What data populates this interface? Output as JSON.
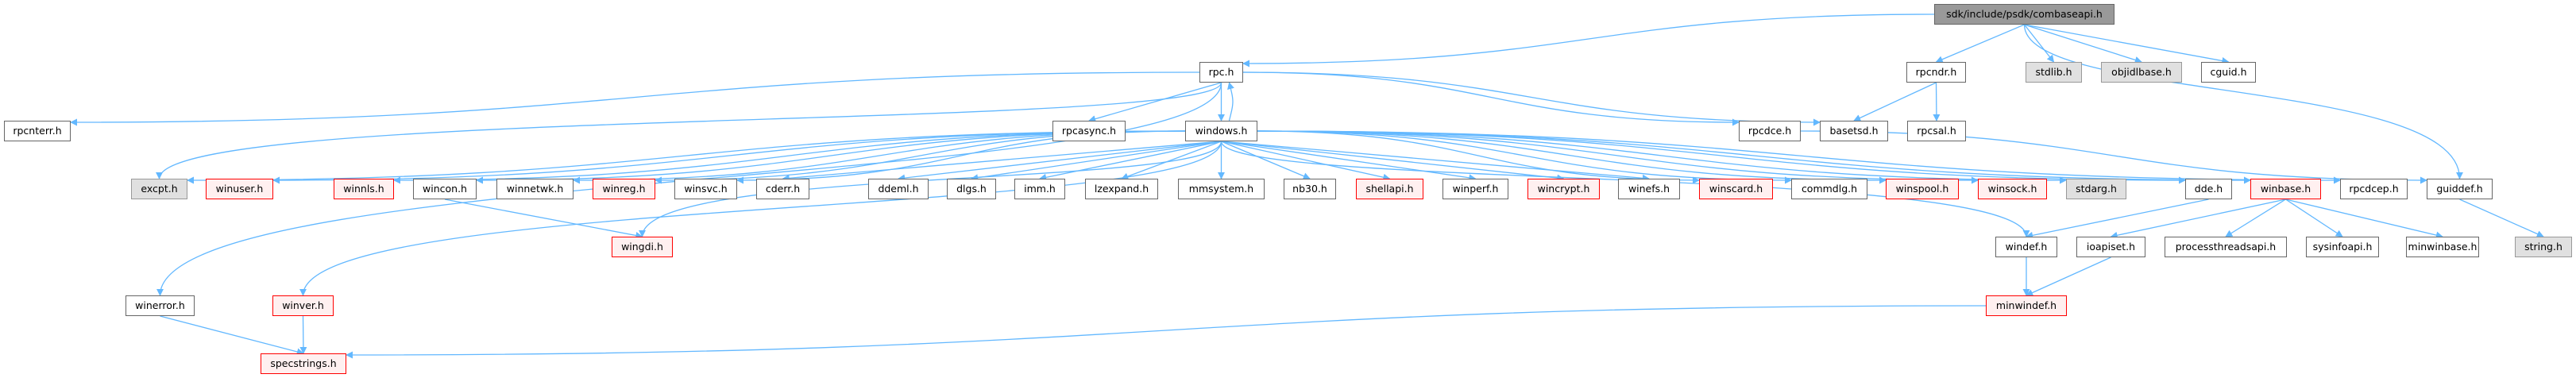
{
  "title": "sdk/include/psdk/combaseapi.h include dependency graph",
  "colors": {
    "edge": "#63b8ff",
    "root_fill": "#999999",
    "normal_fill": "#ffffff",
    "normal_border": "#666666",
    "external_fill": "#e0e0e0",
    "external_border": "#999999",
    "truncated_fill": "#fff0f0",
    "truncated_border": "#ff0000"
  },
  "nodes": [
    {
      "id": "combaseapi",
      "label": "sdk/include/psdk/combaseapi.h",
      "kind": "root"
    },
    {
      "id": "rpc",
      "label": "rpc.h",
      "kind": "normal"
    },
    {
      "id": "rpcndr",
      "label": "rpcndr.h",
      "kind": "normal"
    },
    {
      "id": "stdlib",
      "label": "stdlib.h",
      "kind": "ext"
    },
    {
      "id": "objidlbase",
      "label": "objidlbase.h",
      "kind": "ext"
    },
    {
      "id": "cguid",
      "label": "cguid.h",
      "kind": "normal"
    },
    {
      "id": "rpcnterr",
      "label": "rpcnterr.h",
      "kind": "normal"
    },
    {
      "id": "rpcasync",
      "label": "rpcasync.h",
      "kind": "normal"
    },
    {
      "id": "windows",
      "label": "windows.h",
      "kind": "normal"
    },
    {
      "id": "rpcdce",
      "label": "rpcdce.h",
      "kind": "normal"
    },
    {
      "id": "basetsd",
      "label": "basetsd.h",
      "kind": "normal"
    },
    {
      "id": "rpcsal",
      "label": "rpcsal.h",
      "kind": "normal"
    },
    {
      "id": "excpt",
      "label": "excpt.h",
      "kind": "ext"
    },
    {
      "id": "winuser",
      "label": "winuser.h",
      "kind": "warn"
    },
    {
      "id": "winnls",
      "label": "winnls.h",
      "kind": "warn"
    },
    {
      "id": "wincon",
      "label": "wincon.h",
      "kind": "normal"
    },
    {
      "id": "winnetwk",
      "label": "winnetwk.h",
      "kind": "normal"
    },
    {
      "id": "winreg",
      "label": "winreg.h",
      "kind": "warn"
    },
    {
      "id": "winsvc",
      "label": "winsvc.h",
      "kind": "normal"
    },
    {
      "id": "cderr",
      "label": "cderr.h",
      "kind": "normal"
    },
    {
      "id": "ddeml",
      "label": "ddeml.h",
      "kind": "normal"
    },
    {
      "id": "dlgs",
      "label": "dlgs.h",
      "kind": "normal"
    },
    {
      "id": "imm",
      "label": "imm.h",
      "kind": "normal"
    },
    {
      "id": "lzexpand",
      "label": "lzexpand.h",
      "kind": "normal"
    },
    {
      "id": "mmsystem",
      "label": "mmsystem.h",
      "kind": "normal"
    },
    {
      "id": "nb30",
      "label": "nb30.h",
      "kind": "normal"
    },
    {
      "id": "shellapi",
      "label": "shellapi.h",
      "kind": "warn"
    },
    {
      "id": "winperf",
      "label": "winperf.h",
      "kind": "normal"
    },
    {
      "id": "wincrypt",
      "label": "wincrypt.h",
      "kind": "warn"
    },
    {
      "id": "winefs",
      "label": "winefs.h",
      "kind": "normal"
    },
    {
      "id": "winscard",
      "label": "winscard.h",
      "kind": "warn"
    },
    {
      "id": "commdlg",
      "label": "commdlg.h",
      "kind": "normal"
    },
    {
      "id": "winspool",
      "label": "winspool.h",
      "kind": "warn"
    },
    {
      "id": "winsock",
      "label": "winsock.h",
      "kind": "warn"
    },
    {
      "id": "stdarg",
      "label": "stdarg.h",
      "kind": "ext"
    },
    {
      "id": "dde",
      "label": "dde.h",
      "kind": "normal"
    },
    {
      "id": "winbase",
      "label": "winbase.h",
      "kind": "warn"
    },
    {
      "id": "rpcdcep",
      "label": "rpcdcep.h",
      "kind": "normal"
    },
    {
      "id": "guiddef",
      "label": "guiddef.h",
      "kind": "normal"
    },
    {
      "id": "wingdi",
      "label": "wingdi.h",
      "kind": "warn"
    },
    {
      "id": "windef",
      "label": "windef.h",
      "kind": "normal"
    },
    {
      "id": "ioapiset",
      "label": "ioapiset.h",
      "kind": "normal"
    },
    {
      "id": "processthreadsapi",
      "label": "processthreadsapi.h",
      "kind": "normal"
    },
    {
      "id": "sysinfoapi",
      "label": "sysinfoapi.h",
      "kind": "normal"
    },
    {
      "id": "minwinbase",
      "label": "minwinbase.h",
      "kind": "normal"
    },
    {
      "id": "string",
      "label": "string.h",
      "kind": "ext"
    },
    {
      "id": "winerror",
      "label": "winerror.h",
      "kind": "normal"
    },
    {
      "id": "winver",
      "label": "winver.h",
      "kind": "warn"
    },
    {
      "id": "minwindef",
      "label": "minwindef.h",
      "kind": "warn"
    },
    {
      "id": "specstrings",
      "label": "specstrings.h",
      "kind": "warn"
    }
  ],
  "edges": [
    [
      "combaseapi",
      "rpc"
    ],
    [
      "combaseapi",
      "rpcndr"
    ],
    [
      "combaseapi",
      "stdlib"
    ],
    [
      "combaseapi",
      "objidlbase"
    ],
    [
      "combaseapi",
      "cguid"
    ],
    [
      "combaseapi",
      "guiddef"
    ],
    [
      "rpc",
      "rpcnterr"
    ],
    [
      "rpc",
      "winerror"
    ],
    [
      "rpc",
      "rpcasync"
    ],
    [
      "rpc",
      "windows"
    ],
    [
      "rpc",
      "excpt"
    ],
    [
      "rpc",
      "rpcdce"
    ],
    [
      "rpc",
      "basetsd"
    ],
    [
      "rpcndr",
      "basetsd"
    ],
    [
      "rpcndr",
      "rpcsal"
    ],
    [
      "windows",
      "rpc"
    ],
    [
      "windows",
      "excpt"
    ],
    [
      "windows",
      "winuser"
    ],
    [
      "windows",
      "winnls"
    ],
    [
      "windows",
      "wincon"
    ],
    [
      "windows",
      "winnetwk"
    ],
    [
      "windows",
      "winreg"
    ],
    [
      "windows",
      "winsvc"
    ],
    [
      "windows",
      "cderr"
    ],
    [
      "windows",
      "ddeml"
    ],
    [
      "windows",
      "dlgs"
    ],
    [
      "windows",
      "imm"
    ],
    [
      "windows",
      "lzexpand"
    ],
    [
      "windows",
      "mmsystem"
    ],
    [
      "windows",
      "nb30"
    ],
    [
      "windows",
      "shellapi"
    ],
    [
      "windows",
      "winperf"
    ],
    [
      "windows",
      "wincrypt"
    ],
    [
      "windows",
      "winefs"
    ],
    [
      "windows",
      "winscard"
    ],
    [
      "windows",
      "commdlg"
    ],
    [
      "windows",
      "winspool"
    ],
    [
      "windows",
      "winsock"
    ],
    [
      "windows",
      "stdarg"
    ],
    [
      "windows",
      "dde"
    ],
    [
      "windows",
      "winbase"
    ],
    [
      "windows",
      "rpcdcep"
    ],
    [
      "windows",
      "wingdi"
    ],
    [
      "windows",
      "winver"
    ],
    [
      "windows",
      "windef"
    ],
    [
      "rpcdce",
      "guiddef"
    ],
    [
      "wincon",
      "wingdi"
    ],
    [
      "dde",
      "windef"
    ],
    [
      "winbase",
      "ioapiset"
    ],
    [
      "winbase",
      "processthreadsapi"
    ],
    [
      "winbase",
      "sysinfoapi"
    ],
    [
      "winbase",
      "minwinbase"
    ],
    [
      "guiddef",
      "string"
    ],
    [
      "windef",
      "minwindef"
    ],
    [
      "ioapiset",
      "minwindef"
    ],
    [
      "minwindef",
      "specstrings"
    ],
    [
      "winerror",
      "specstrings"
    ],
    [
      "winver",
      "specstrings"
    ]
  ]
}
